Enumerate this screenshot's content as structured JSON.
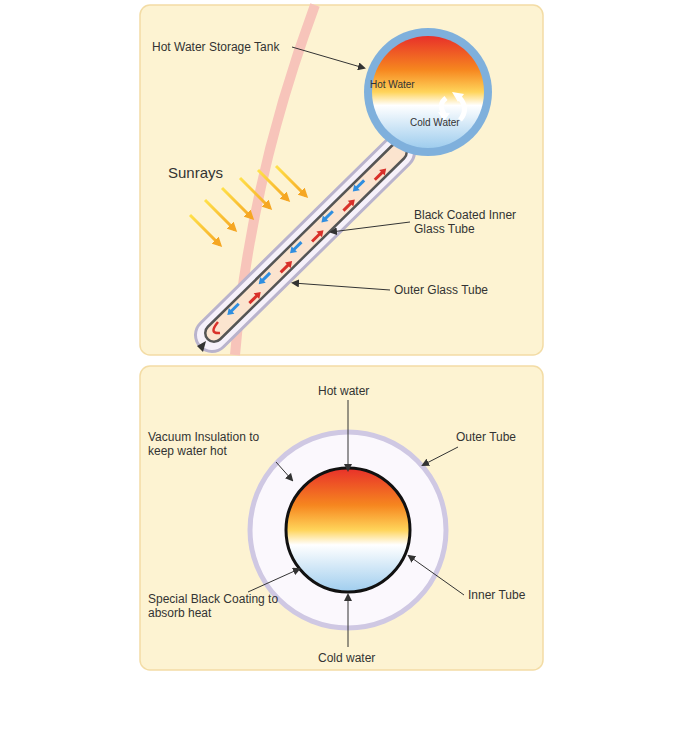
{
  "diagram": {
    "nodes": [
      {
        "text": [
          "Hot Water",
          "Cold Water"
        ]
      }
    ],
    "labels": [
      "Hot Water Storage Tank",
      "Sunrays",
      "Black Coated Inner Glass Tube",
      "Outer Glass Tube",
      "Hot water",
      "Outer Tube",
      "Vacuum Insulation to keep water hot",
      "Inner Tube",
      "Special Black Coating to absorb heat",
      "Cold water"
    ]
  }
}
